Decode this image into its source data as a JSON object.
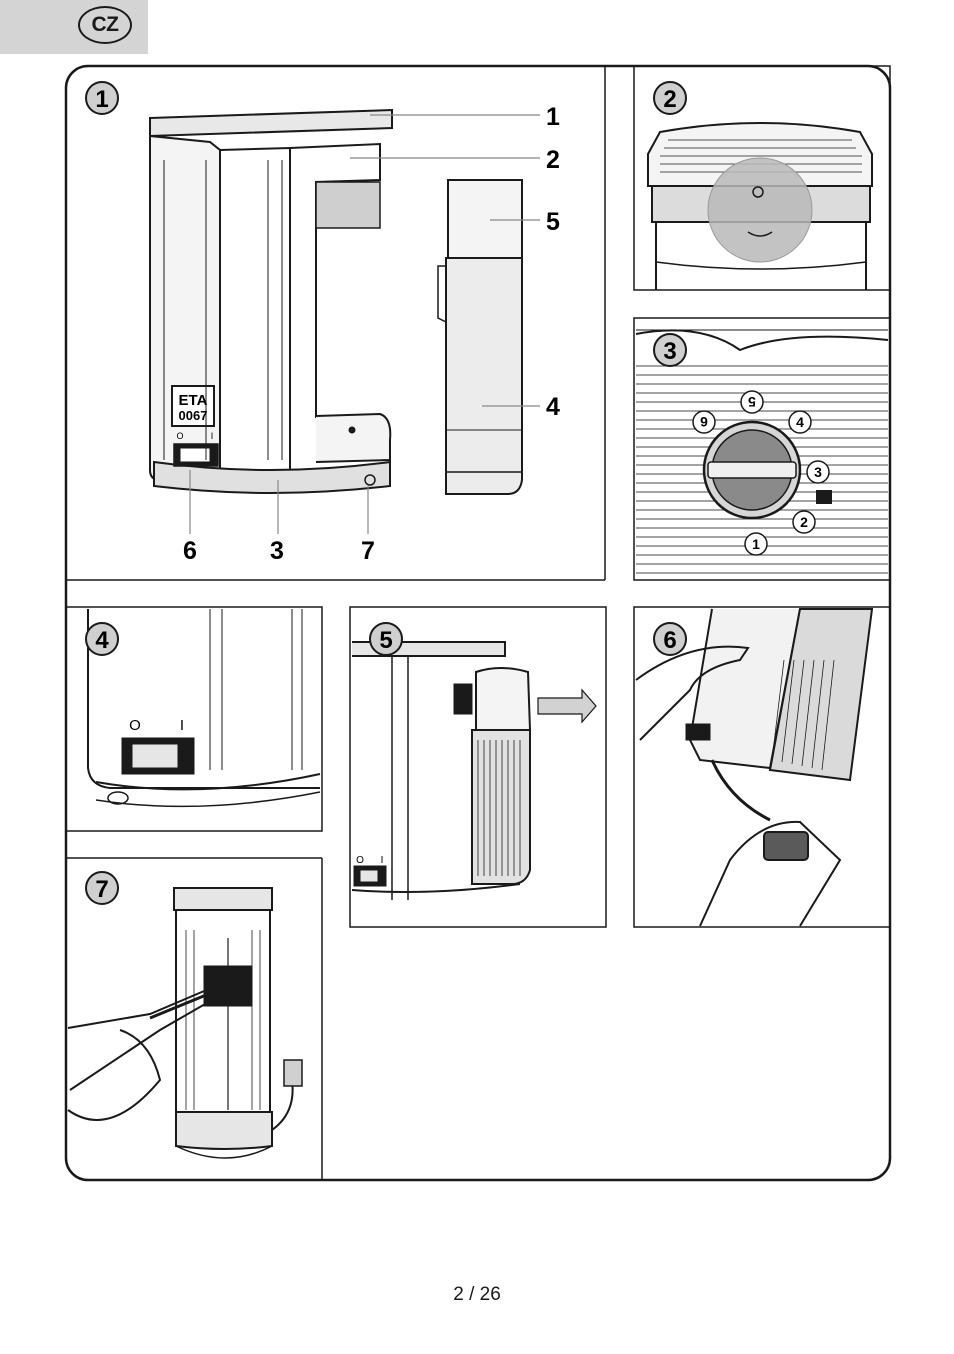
{
  "header": {
    "language_badge": "CZ"
  },
  "figures": {
    "fig1": {
      "number": "1",
      "device_label_line1": "ETA",
      "device_label_line2": "0067",
      "switch_off": "O",
      "switch_on": "I",
      "callouts": {
        "c1": "1",
        "c2": "2",
        "c3": "3",
        "c4": "4",
        "c5": "5",
        "c6": "6",
        "c7": "7"
      }
    },
    "fig2": {
      "number": "2"
    },
    "fig3": {
      "number": "3",
      "dial_marks": [
        "1",
        "2",
        "3",
        "4",
        "5",
        "6"
      ]
    },
    "fig4": {
      "number": "4",
      "switch_off": "O",
      "switch_on": "I"
    },
    "fig5": {
      "number": "5",
      "switch_off": "O",
      "switch_on": "I"
    },
    "fig6": {
      "number": "6"
    },
    "fig7": {
      "number": "7"
    }
  },
  "footer": {
    "page_number": "2  / 26"
  }
}
